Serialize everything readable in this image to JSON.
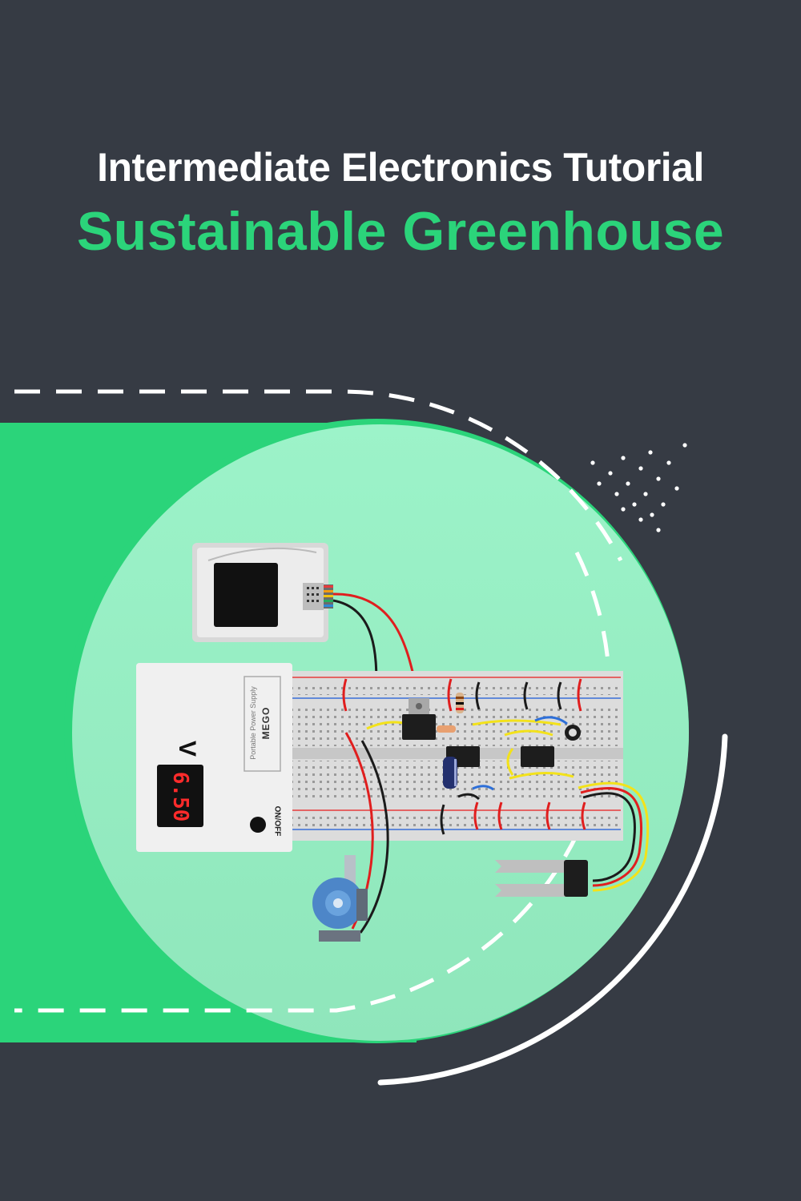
{
  "header": {
    "subtitle": "Intermediate Electronics Tutorial",
    "title": "Sustainable Greenhouse"
  },
  "power_supply": {
    "display_value": "6.50",
    "unit_symbol": "V",
    "side_label_1": "Portable Power Supply",
    "side_label_2": "MEGO",
    "switch_label": "ON/OFF"
  },
  "icons": [
    "power-supply-icon",
    "microcontroller-icon",
    "breadboard-icon",
    "water-pump-icon",
    "soil-moisture-sensor-icon",
    "potentiometer-icon",
    "capacitor-icon",
    "ic-chip-icon",
    "voltage-regulator-icon",
    "resistor-icon"
  ],
  "colors": {
    "background": "#363b44",
    "accent_green": "#2bd47a",
    "light_green": "#9cf1c8",
    "title_white": "#ffffff",
    "display_red": "#ff2b2b"
  }
}
